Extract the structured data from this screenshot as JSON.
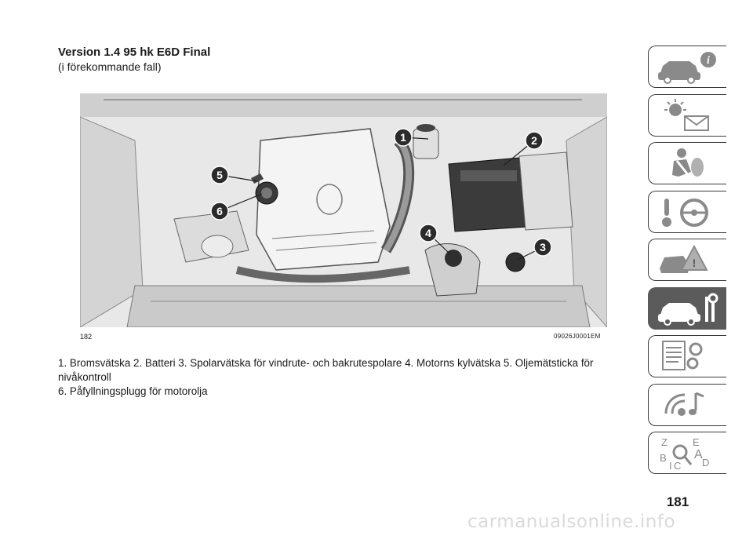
{
  "heading": {
    "title": "Version 1.4 95 hk E6D Final",
    "subtitle": "(i förekommande fall)"
  },
  "figure": {
    "number": "182",
    "code": "09026J0001EM",
    "callouts": [
      "1",
      "2",
      "3",
      "4",
      "5",
      "6"
    ]
  },
  "caption": {
    "line1": "1. Bromsvätska 2. Batteri 3. Spolarvätska för vindrute- och bakrutespolare 4. Motorns kylvätska 5. Oljemätsticka för nivåkontroll",
    "line2": "6. Påfyllningsplugg för motorolja"
  },
  "page_number": "181",
  "watermark": "carmanualsonline.info",
  "tabs": [
    {
      "icon": "car-info-icon",
      "active": false
    },
    {
      "icon": "dashboard-lights-icon",
      "active": false
    },
    {
      "icon": "safety-seat-icon",
      "active": false
    },
    {
      "icon": "starting-driving-icon",
      "active": false
    },
    {
      "icon": "emergency-icon",
      "active": false
    },
    {
      "icon": "maintenance-icon",
      "active": true
    },
    {
      "icon": "technical-data-icon",
      "active": false
    },
    {
      "icon": "multimedia-icon",
      "active": false
    },
    {
      "icon": "index-icon",
      "active": false
    }
  ],
  "colors": {
    "active_tab": "#5b5b5b",
    "tab_border": "#3a3a3a",
    "callout_fill": "#2b2b2b"
  }
}
